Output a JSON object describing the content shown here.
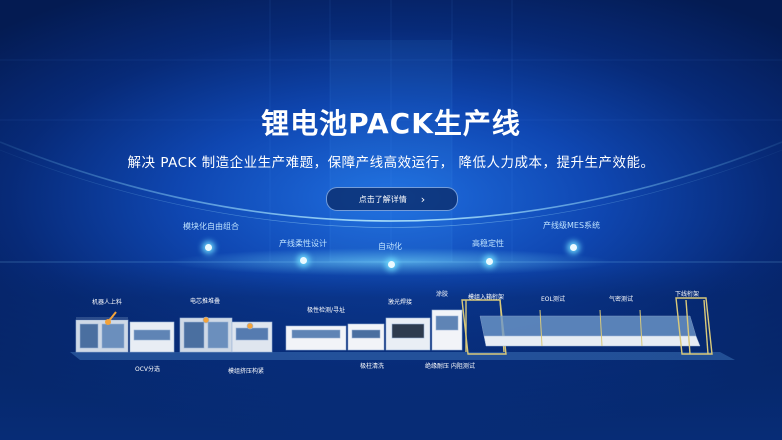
{
  "hero": {
    "title": "锂电池PACK生产线",
    "subtitle": "解决 PACK 制造企业生产难题，保障产线高效运行， 降低人力成本，提升生产效能。",
    "cta_label": "点击了解详情",
    "cta_icon": "chevron-right-icon"
  },
  "features": [
    {
      "label": "模块化自由组合"
    },
    {
      "label": "产线柔性设计"
    },
    {
      "label": "自动化"
    },
    {
      "label": "高稳定性"
    },
    {
      "label": "产线级MES系统"
    }
  ],
  "stations": [
    {
      "label": "机器人上料"
    },
    {
      "label": "电芯推堆叠"
    },
    {
      "label": "OCV分选"
    },
    {
      "label": "模组挤压构紧"
    },
    {
      "label": "极性检测/寻址"
    },
    {
      "label": "激光焊接"
    },
    {
      "label": "极柱清洗"
    },
    {
      "label": "涂胶"
    },
    {
      "label": "模组入箱桁架"
    },
    {
      "label": "绝缘耐压 内阻测试"
    },
    {
      "label": "EOL测试"
    },
    {
      "label": "气密测试"
    },
    {
      "label": "下线桁架"
    }
  ],
  "colors": {
    "background": "#0f47b2",
    "accent_glow": "#6edcff",
    "frame": "#d9c97a"
  }
}
